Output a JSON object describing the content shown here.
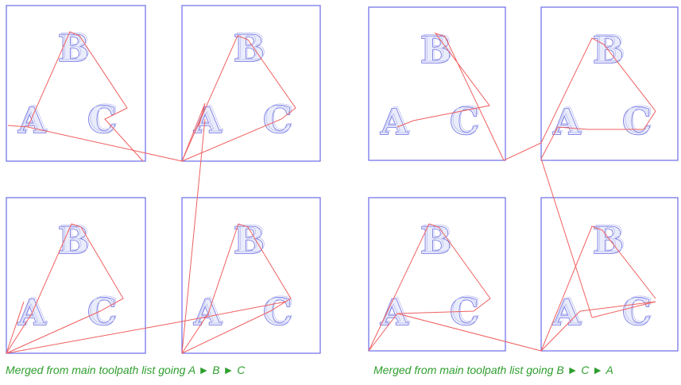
{
  "captions": {
    "left": "Merged from main toolpath list going A ► B ► C",
    "right": "Merged from main toolpath list going B ► C ► A"
  },
  "letters": {
    "a": "A",
    "b": "B",
    "c": "C"
  },
  "colors": {
    "panel_border": "#6a6ae8",
    "toolpath": "#f06060",
    "letter_outline": "#6a6ae0",
    "caption": "#2e9e2e"
  }
}
